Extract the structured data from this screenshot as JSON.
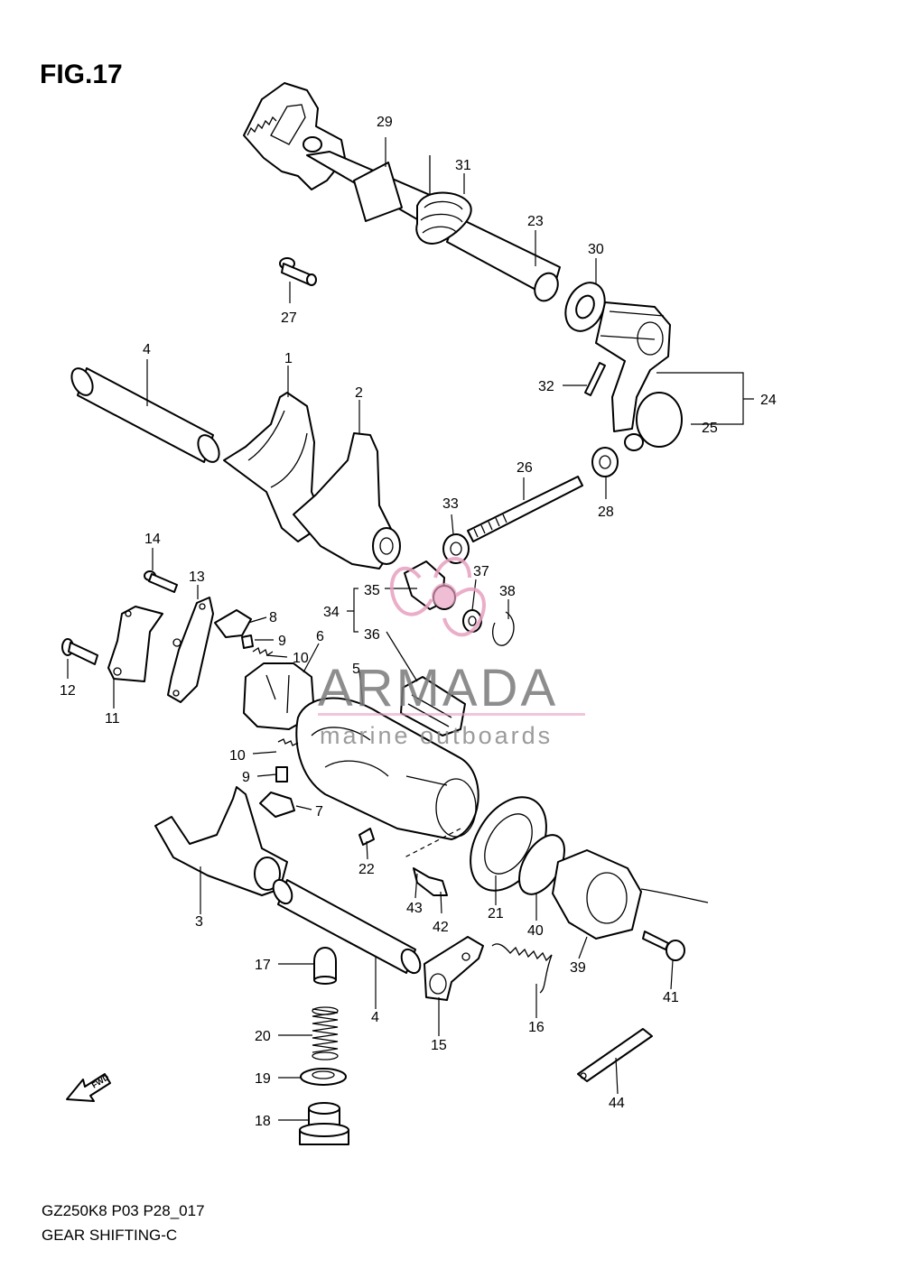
{
  "figure": {
    "title": "FIG.17",
    "code": "GZ250K8 P03 P28_017",
    "name": "GEAR SHIFTING-C",
    "fwd_label": "FWD"
  },
  "watermark": {
    "brand": "ARMADA",
    "tagline": "marine outboards",
    "color": "#e8a0c0"
  },
  "callouts": {
    "c1": "1",
    "c2": "2",
    "c3": "3",
    "c4a": "4",
    "c4b": "4",
    "c5": "5",
    "c6": "6",
    "c7": "7",
    "c8": "8",
    "c9a": "9",
    "c9b": "9",
    "c10a": "10",
    "c10b": "10",
    "c11": "11",
    "c12": "12",
    "c13": "13",
    "c14": "14",
    "c15": "15",
    "c16": "16",
    "c17": "17",
    "c18": "18",
    "c19": "19",
    "c20": "20",
    "c21": "21",
    "c22": "22",
    "c23": "23",
    "c24": "24",
    "c25": "25",
    "c26": "26",
    "c27": "27",
    "c28": "28",
    "c29": "29",
    "c30": "30",
    "c31": "31",
    "c32": "32",
    "c33": "33",
    "c34": "34",
    "c35": "35",
    "c36": "36",
    "c37": "37",
    "c38": "38",
    "c39": "39",
    "c40": "40",
    "c41": "41",
    "c42": "42",
    "c43": "43",
    "c44": "44"
  }
}
